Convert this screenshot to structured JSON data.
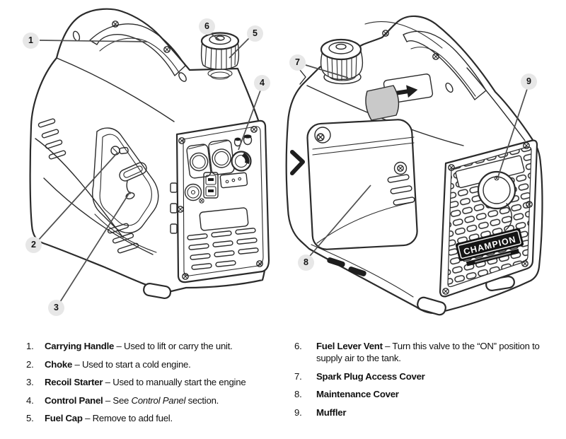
{
  "diagram": {
    "brand_badge": "CHAMPION",
    "callouts": [
      {
        "label": "1"
      },
      {
        "label": "2"
      },
      {
        "label": "3"
      },
      {
        "label": "4"
      },
      {
        "label": "5"
      },
      {
        "label": "6"
      },
      {
        "label": "7"
      },
      {
        "label": "8"
      },
      {
        "label": "9"
      }
    ]
  },
  "legend": {
    "left": [
      {
        "num": "1.",
        "term": "Carrying Handle",
        "dash": " – ",
        "desc": "Used to lift or carry the unit."
      },
      {
        "num": "2.",
        "term": "Choke",
        "dash": " – ",
        "desc": "Used to start a cold engine."
      },
      {
        "num": "3.",
        "term": "Recoil Starter",
        "dash": " – ",
        "desc": "Used to manually start the engine"
      },
      {
        "num": "4.",
        "term": "Control Panel",
        "dash": " – ",
        "desc_pre": "See ",
        "desc_italic": "Control Panel",
        "desc_post": " section."
      },
      {
        "num": "5.",
        "term": "Fuel Cap",
        "dash": " – ",
        "desc": "Remove to add fuel."
      }
    ],
    "right": [
      {
        "num": "6.",
        "term": "Fuel Lever Vent",
        "dash": " – ",
        "desc": "Turn this valve to the “ON” position to supply air to the tank."
      },
      {
        "num": "7.",
        "term": "Spark Plug Access Cover"
      },
      {
        "num": "8.",
        "term": "Maintenance Cover"
      },
      {
        "num": "9.",
        "term": "Muffler"
      }
    ]
  }
}
